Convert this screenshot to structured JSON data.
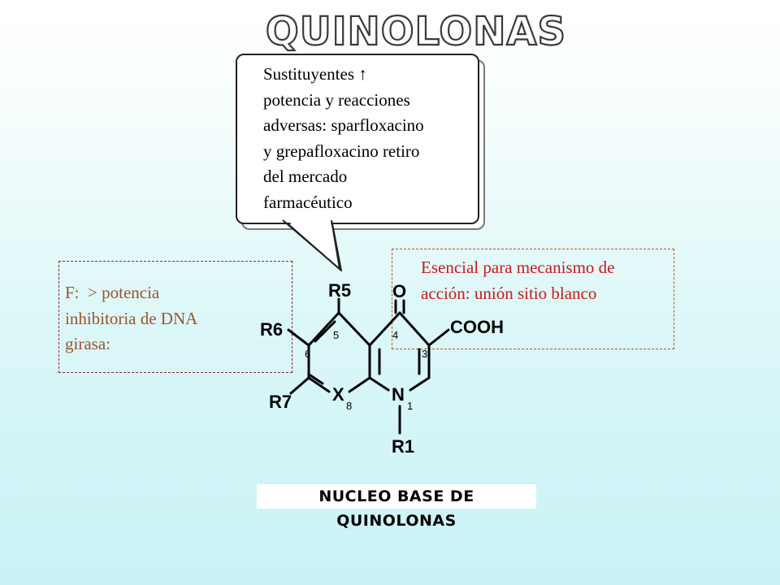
{
  "title": "QUINOLONAS",
  "callout": {
    "lines": [
      "Sustituyentes ↑",
      "potencia y reacciones",
      "adversas: sparfloxacino",
      "y grepafloxacino retiro",
      "del mercado",
      "farmacéutico"
    ]
  },
  "left_note": {
    "lines": [
      "F:  > potencia",
      "inhibitoria de DNA",
      "girasa:"
    ]
  },
  "right_note": {
    "lines": [
      "Esencial para mecanismo de",
      "acción: unión sitio blanco"
    ]
  },
  "structure": {
    "labels": {
      "r5": "R5",
      "r6": "R6",
      "r7": "R7",
      "r1": "R1",
      "o": "O",
      "cooh": "COOH",
      "x": "X",
      "n": "N"
    },
    "positions": {
      "p1": "1",
      "p3": "3",
      "p4": "4",
      "p5": "5",
      "p6": "6",
      "p8": "8"
    }
  },
  "caption": "NUCLEO BASE DE QUINOLONAS",
  "colors": {
    "left_text": "#a0522d",
    "right_text": "#cc1a1a",
    "background_bottom": "#c9f3f6"
  }
}
